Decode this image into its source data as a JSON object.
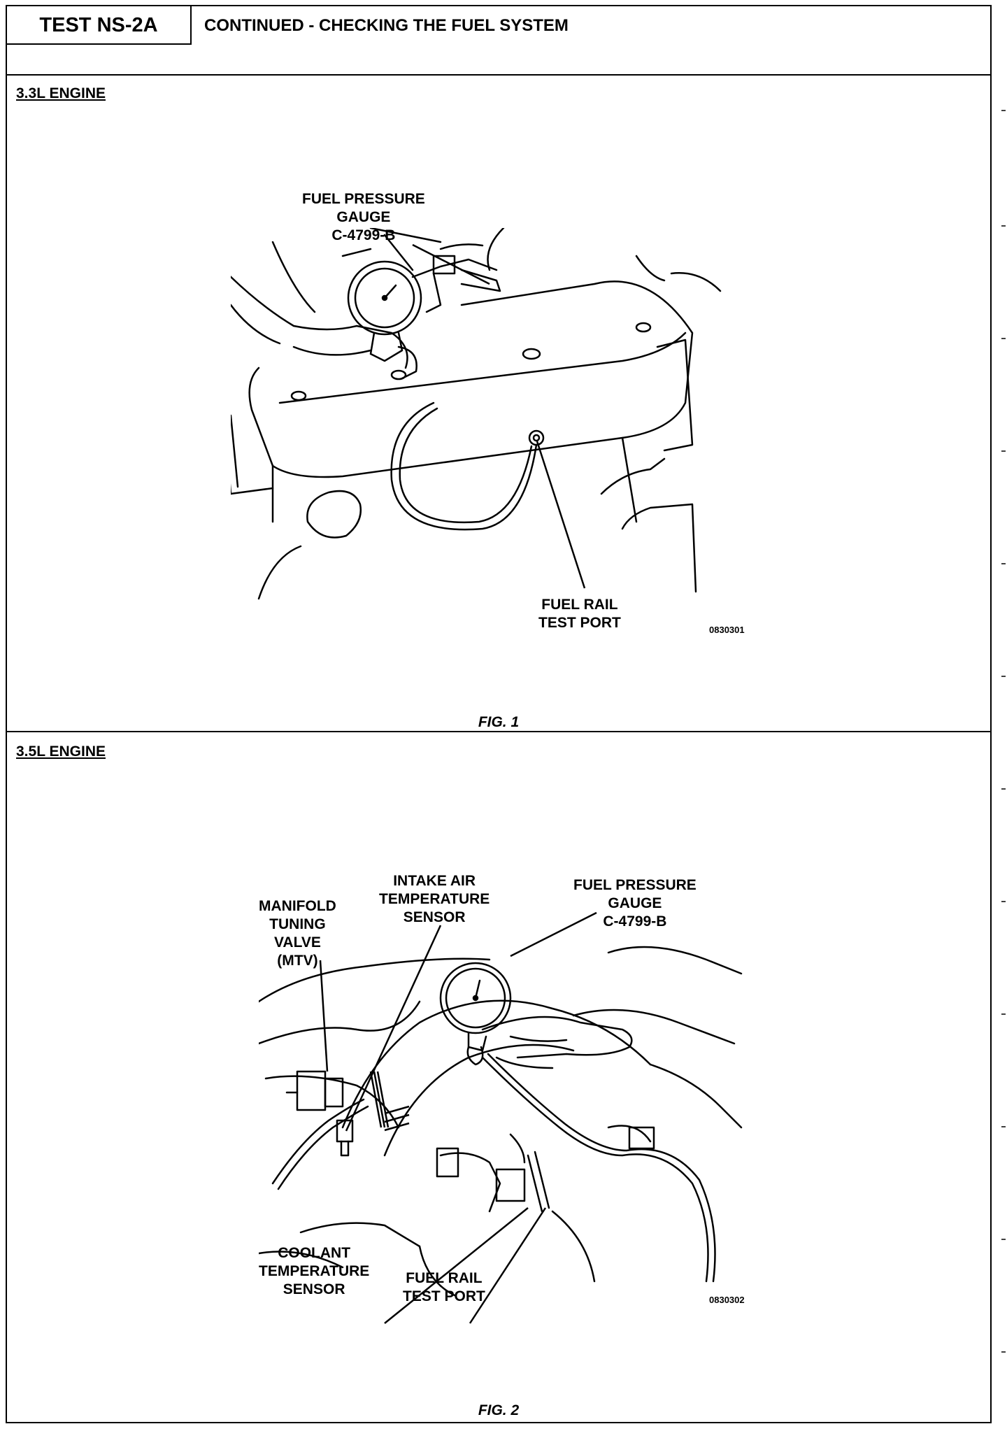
{
  "header": {
    "test_id": "TEST NS-2A",
    "title": "CONTINUED - CHECKING THE FUEL SYSTEM"
  },
  "figure1": {
    "section_label": "3.3L ENGINE",
    "callouts": {
      "gauge_line1": "FUEL PRESSURE",
      "gauge_line2": "GAUGE",
      "gauge_line3": "C-4799-B",
      "port_line1": "FUEL RAIL",
      "port_line2": "TEST PORT"
    },
    "ref_number": "0830301",
    "caption": "FIG. 1"
  },
  "figure2": {
    "section_label": "3.5L ENGINE",
    "callouts": {
      "mtv_line1": "MANIFOLD",
      "mtv_line2": "TUNING",
      "mtv_line3": "VALVE",
      "mtv_line4": "(MTV)",
      "iat_line1": "INTAKE AIR",
      "iat_line2": "TEMPERATURE",
      "iat_line3": "SENSOR",
      "gauge_line1": "FUEL PRESSURE",
      "gauge_line2": "GAUGE",
      "gauge_line3": "C-4799-B",
      "coolant_line1": "COOLANT",
      "coolant_line2": "TEMPERATURE",
      "coolant_line3": "SENSOR",
      "port_line1": "FUEL RAIL",
      "port_line2": "TEST PORT"
    },
    "ref_number": "0830302",
    "caption": "FIG. 2"
  }
}
